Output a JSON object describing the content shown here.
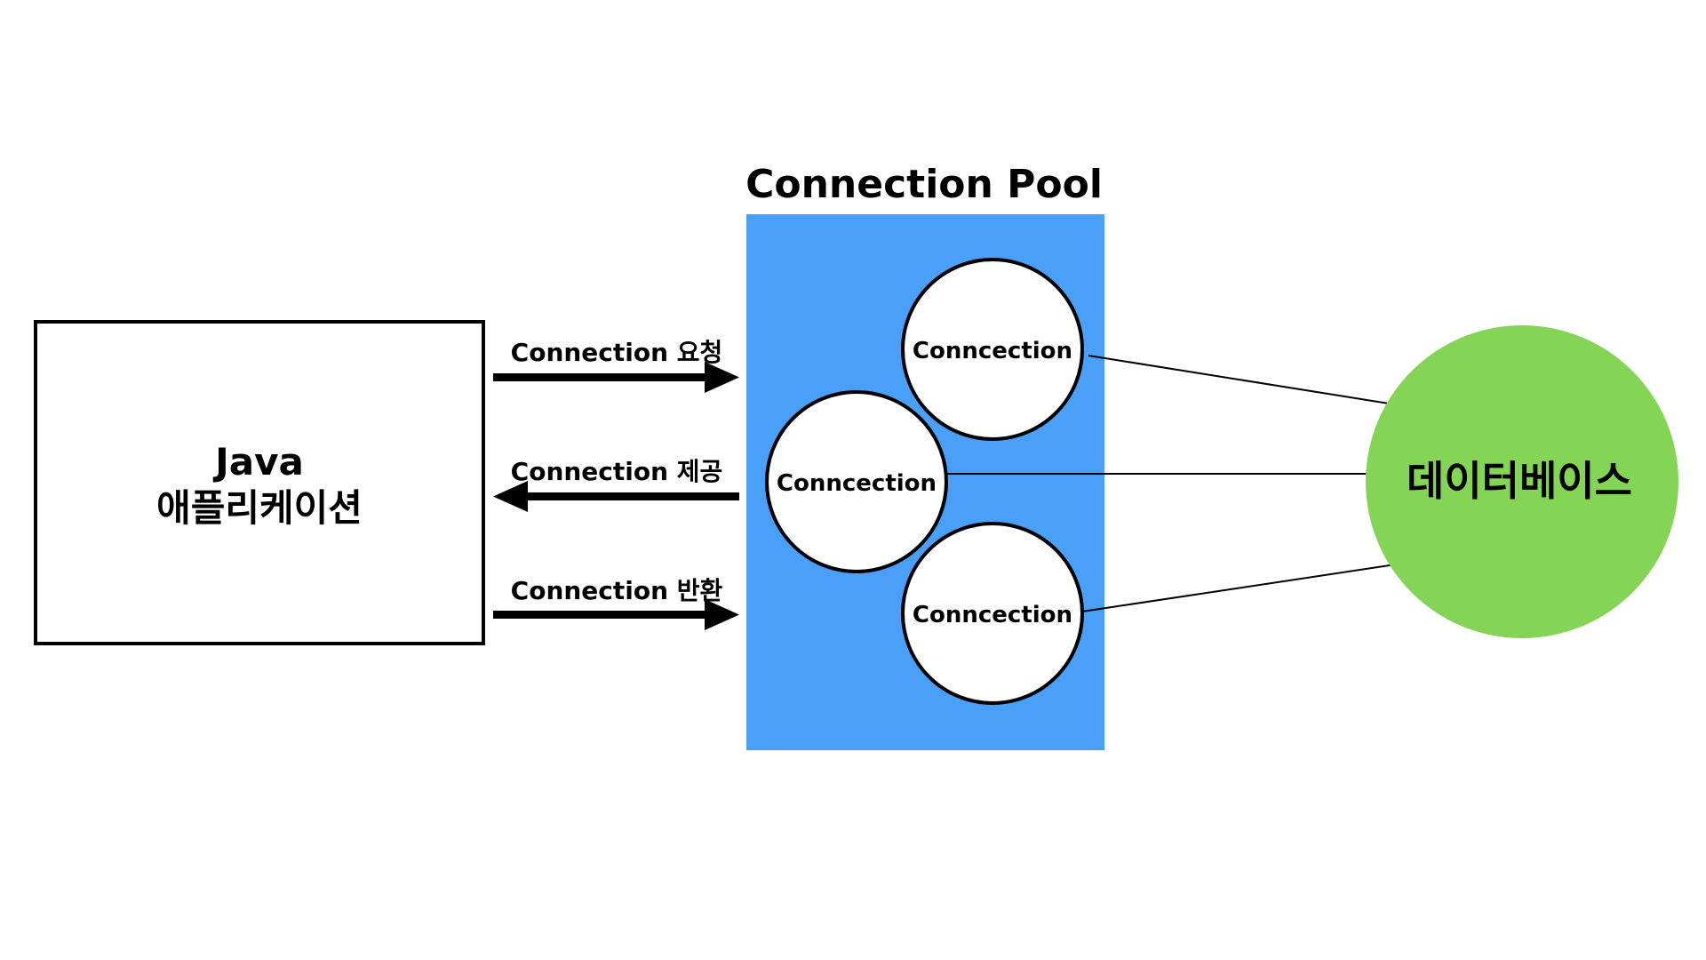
{
  "app": {
    "label_line1": "Java",
    "label_line2": "애플리케이션"
  },
  "pool": {
    "title": "Connection Pool",
    "color": "#4a9ff8",
    "connections": [
      {
        "label": "Conncection"
      },
      {
        "label": "Conncection"
      },
      {
        "label": "Conncection"
      }
    ]
  },
  "arrows": [
    {
      "label": "Connection 요청",
      "direction": "right"
    },
    {
      "label": "Connection 제공",
      "direction": "left"
    },
    {
      "label": "Connection 반환",
      "direction": "right"
    }
  ],
  "database": {
    "label": "데이터베이스",
    "color": "#84d456"
  }
}
